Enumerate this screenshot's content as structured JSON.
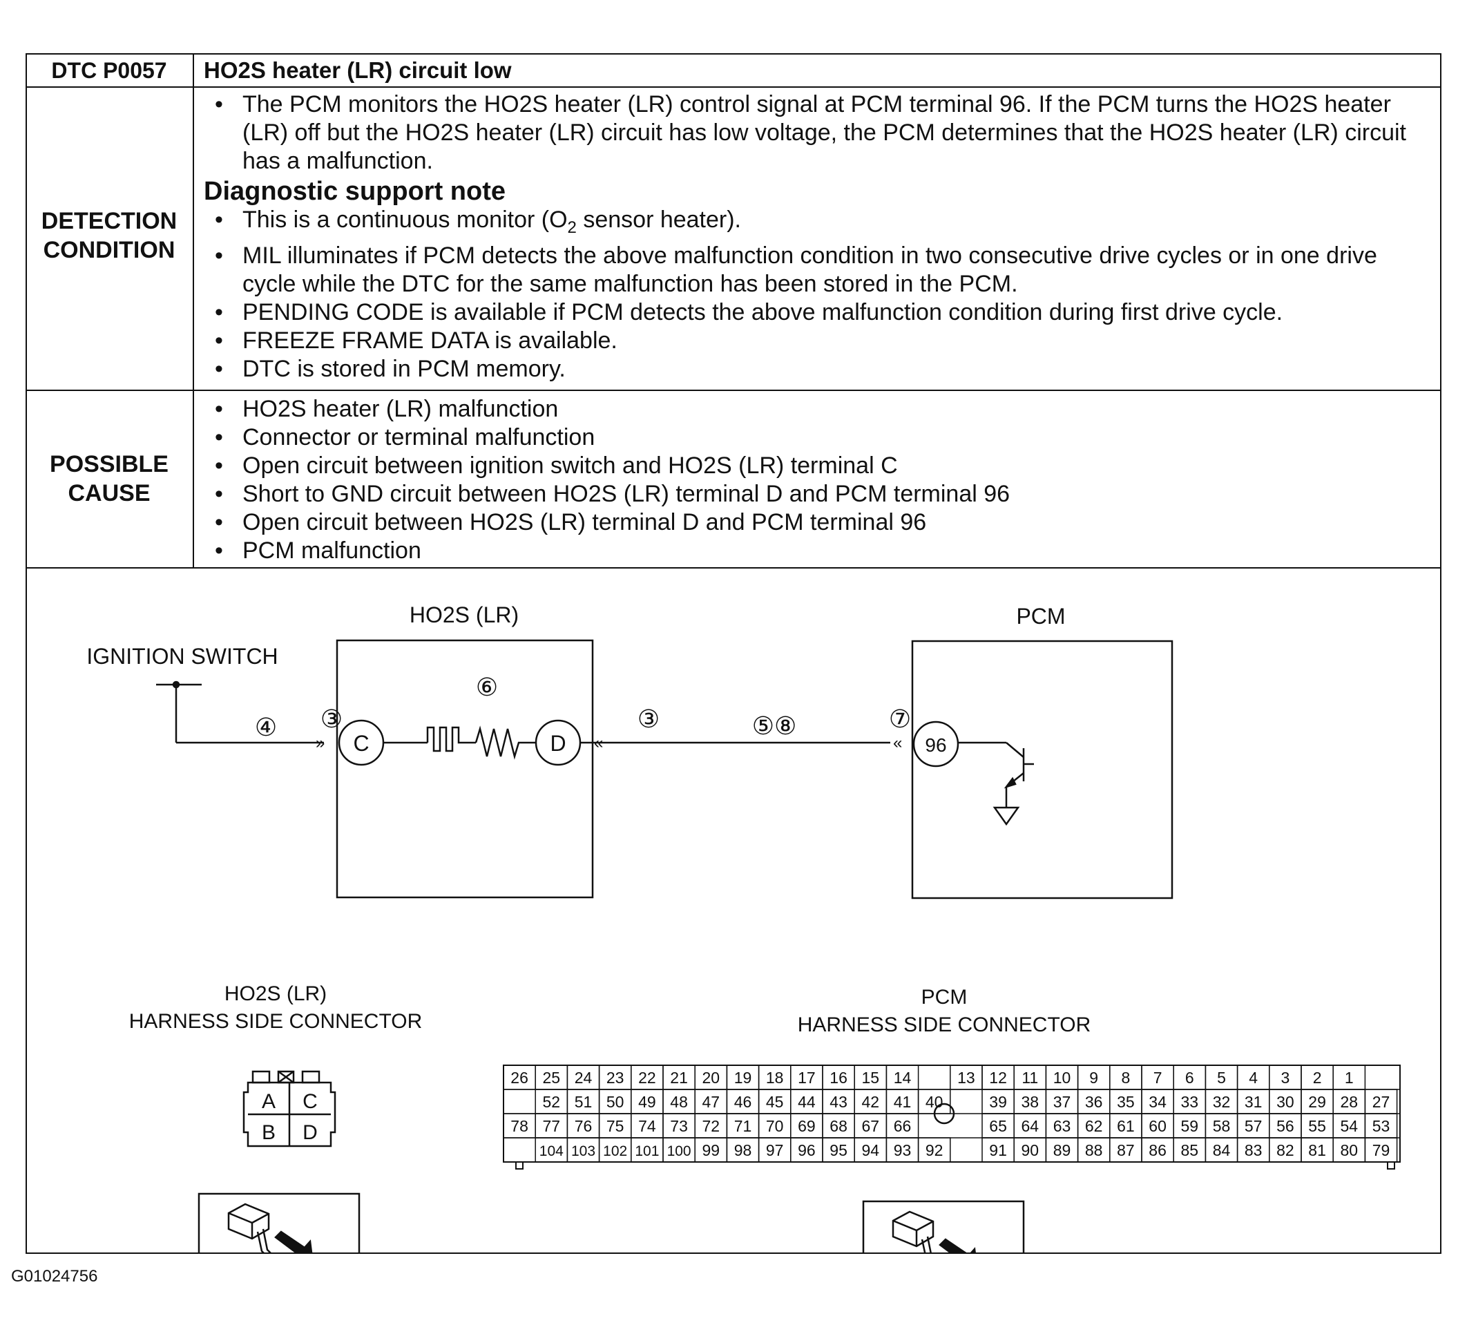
{
  "header": {
    "dtc_code": "DTC P0057",
    "dtc_title": "HO2S heater (LR) circuit low"
  },
  "detection": {
    "label_line1": "DETECTION",
    "label_line2": "CONDITION",
    "intro": "The PCM monitors the HO2S heater (LR) control signal at PCM terminal 96. If the PCM turns the HO2S heater (LR) off but the HO2S heater (LR) circuit has low voltage, the PCM determines that the HO2S heater (LR) circuit has a malfunction.",
    "support_heading": "Diagnostic support note",
    "monitor_prefix": "This is a continuous monitor (O",
    "monitor_sub": "2",
    "monitor_suffix": " sensor heater).",
    "notes": [
      "MIL illuminates if PCM detects the above malfunction condition in two consecutive drive cycles or in one drive cycle while the DTC for the same malfunction has been stored in the PCM.",
      "PENDING CODE is available if PCM detects the above malfunction condition during first drive cycle.",
      "FREEZE FRAME DATA is available.",
      "DTC is stored in PCM memory."
    ]
  },
  "possible_cause": {
    "label_line1": "POSSIBLE",
    "label_line2": "CAUSE",
    "items": [
      "HO2S heater (LR) malfunction",
      "Connector or terminal malfunction",
      "Open circuit between ignition switch and HO2S (LR) terminal C",
      "Short to GND circuit between HO2S (LR) terminal D and PCM terminal 96",
      "Open circuit between HO2S (LR) terminal D and PCM terminal 96",
      "PCM malfunction"
    ]
  },
  "diagram": {
    "ho2s_label": "HO2S (LR)",
    "pcm_label": "PCM",
    "ignition_label": "IGNITION SWITCH",
    "terminal_c": "C",
    "terminal_d": "D",
    "terminal_96": "96",
    "step_4": "④",
    "step_3_left": "③",
    "step_6": "⑥",
    "step_3_right": "③",
    "step_5_8": "⑤⑧",
    "step_7": "⑦",
    "ho2s_connector_title_1": "HO2S (LR)",
    "ho2s_connector_title_2": "HARNESS SIDE CONNECTOR",
    "pcm_connector_title_1": "PCM",
    "pcm_connector_title_2": "HARNESS SIDE CONNECTOR",
    "ho2s_pins": [
      "A",
      "C",
      "B",
      "D"
    ],
    "pcm_rows": [
      [
        "26",
        "25",
        "24",
        "23",
        "22",
        "21",
        "20",
        "19",
        "18",
        "17",
        "16",
        "15",
        "14",
        "",
        "13",
        "12",
        "11",
        "10",
        "9",
        "8",
        "7",
        "6",
        "5",
        "4",
        "3",
        "2",
        "1"
      ],
      [
        "",
        "52",
        "51",
        "50",
        "49",
        "48",
        "47",
        "46",
        "45",
        "44",
        "43",
        "42",
        "41",
        "40",
        "",
        "39",
        "38",
        "37",
        "36",
        "35",
        "34",
        "33",
        "32",
        "31",
        "30",
        "29",
        "28",
        "27"
      ],
      [
        "78",
        "77",
        "76",
        "75",
        "74",
        "73",
        "72",
        "71",
        "70",
        "69",
        "68",
        "67",
        "66",
        "",
        "",
        "65",
        "64",
        "63",
        "62",
        "61",
        "60",
        "59",
        "58",
        "57",
        "56",
        "55",
        "54",
        "53"
      ],
      [
        "",
        "104",
        "103",
        "102",
        "101",
        "100",
        "99",
        "98",
        "97",
        "96",
        "95",
        "94",
        "93",
        "92",
        "",
        "91",
        "90",
        "89",
        "88",
        "87",
        "86",
        "85",
        "84",
        "83",
        "82",
        "81",
        "80",
        "79"
      ]
    ]
  },
  "footer": {
    "figure_code": "G01024756"
  }
}
